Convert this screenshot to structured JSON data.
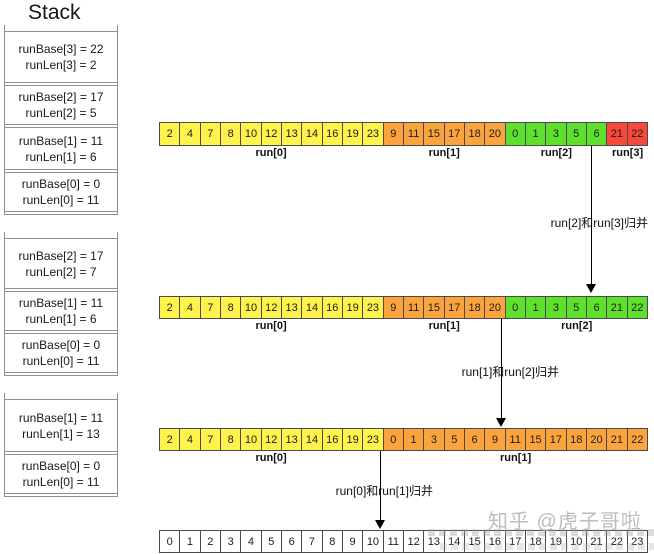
{
  "title": "Stack",
  "watermark": "知乎 @虎子哥啦",
  "colors": {
    "yellow": "#FFF24D",
    "orange": "#FBA43D",
    "green": "#5FE02C",
    "red": "#F8473B",
    "white": "#FFFFFF"
  },
  "stacks": [
    {
      "frames": [
        {
          "line1": "runBase[3] = 22",
          "line2": "runLen[3] = 2"
        },
        {
          "line1": "runBase[2] = 17",
          "line2": "runLen[2] = 5"
        },
        {
          "line1": "runBase[1] = 11",
          "line2": "runLen[1] = 6"
        },
        {
          "line1": "runBase[0] = 0",
          "line2": "runLen[0] = 11"
        }
      ]
    },
    {
      "frames": [
        {
          "line1": "runBase[2] = 17",
          "line2": "runLen[2] = 7"
        },
        {
          "line1": "runBase[1] = 11",
          "line2": "runLen[1] = 6"
        },
        {
          "line1": "runBase[0] = 0",
          "line2": "runLen[0] = 11"
        }
      ]
    },
    {
      "frames": [
        {
          "line1": "runBase[1] = 11",
          "line2": "runLen[1] = 13"
        },
        {
          "line1": "runBase[0] = 0",
          "line2": "runLen[0] = 11"
        }
      ]
    }
  ],
  "rows": [
    {
      "segments": [
        {
          "label": "run[0]",
          "color": "yellow",
          "values": [
            "2",
            "4",
            "7",
            "8",
            "10",
            "12",
            "13",
            "14",
            "16",
            "19",
            "23"
          ]
        },
        {
          "label": "run[1]",
          "color": "orange",
          "values": [
            "9",
            "11",
            "15",
            "17",
            "18",
            "20"
          ]
        },
        {
          "label": "run[2]",
          "color": "green",
          "values": [
            "0",
            "1",
            "3",
            "5",
            "6"
          ]
        },
        {
          "label": "run[3]",
          "color": "red",
          "values": [
            "21",
            "22"
          ]
        }
      ]
    },
    {
      "segments": [
        {
          "label": "run[0]",
          "color": "yellow",
          "values": [
            "2",
            "4",
            "7",
            "8",
            "10",
            "12",
            "13",
            "14",
            "16",
            "19",
            "23"
          ]
        },
        {
          "label": "run[1]",
          "color": "orange",
          "values": [
            "9",
            "11",
            "15",
            "17",
            "18",
            "20"
          ]
        },
        {
          "label": "run[2]",
          "color": "green",
          "values": [
            "0",
            "1",
            "3",
            "5",
            "6",
            "21",
            "22"
          ]
        }
      ]
    },
    {
      "segments": [
        {
          "label": "run[0]",
          "color": "yellow",
          "values": [
            "2",
            "4",
            "7",
            "8",
            "10",
            "12",
            "13",
            "14",
            "16",
            "19",
            "23"
          ]
        },
        {
          "label": "run[1]",
          "color": "orange",
          "values": [
            "0",
            "1",
            "3",
            "5",
            "6",
            "9",
            "11",
            "15",
            "17",
            "18",
            "20",
            "21",
            "22"
          ]
        }
      ]
    },
    {
      "segments": [
        {
          "label": null,
          "color": "white",
          "values": [
            "0",
            "1",
            "2",
            "3",
            "4",
            "5",
            "6",
            "7",
            "8",
            "9",
            "10",
            "11",
            "12",
            "13",
            "14",
            "15",
            "16",
            "17",
            "18",
            "19",
            "10",
            "21",
            "22",
            "23"
          ]
        }
      ]
    }
  ],
  "merges": [
    {
      "label": "run[2]和run[3]归并"
    },
    {
      "label": "run[1]和run[2]归并"
    },
    {
      "label": "run[0]和run[1]归并"
    }
  ]
}
